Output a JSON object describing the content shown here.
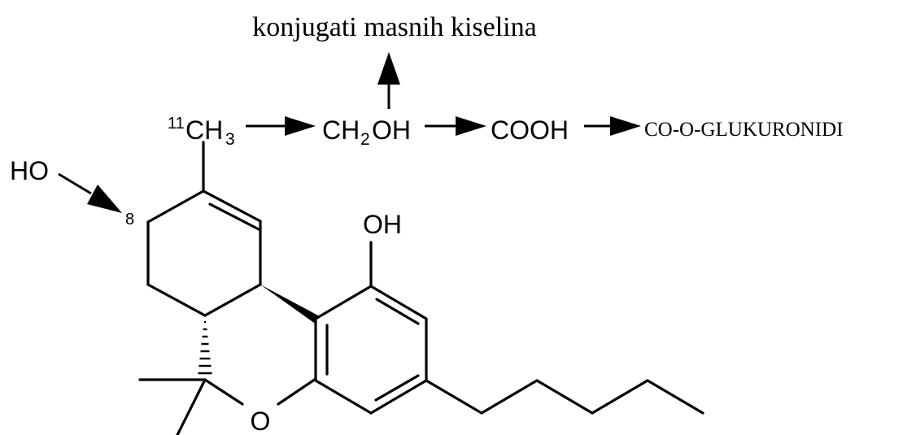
{
  "diagram": {
    "top_label": "konjugati masnih kiselina",
    "chain": {
      "methyl_superscript": "11",
      "methyl": "CH",
      "methyl_sub": "3",
      "hydroxymethyl_a": "CH",
      "hydroxymethyl_sub": "2",
      "hydroxymethyl_b": "OH",
      "carboxyl": "COOH",
      "glucuronide": "CO-O-GLUKURONIDI"
    },
    "hydroxylation": {
      "group": "HO",
      "position": "8"
    },
    "phenol_oh": "OH",
    "ring_oxygen": "O"
  }
}
